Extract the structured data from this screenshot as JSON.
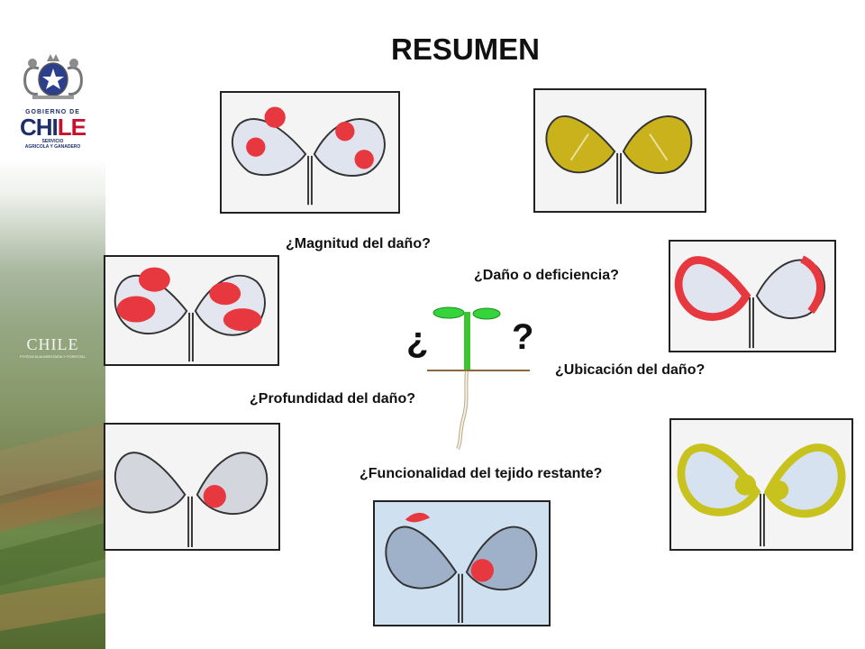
{
  "title": "RESUMEN",
  "logo": {
    "gobierno": "GOBIERNO DE",
    "chile_prefix": "CHI",
    "chile_suffix": "LE",
    "sag_line1": "SERVICIO",
    "sag_line2": "AGRICOLA Y GANADERO"
  },
  "watermark": {
    "line1": "CHILE",
    "line2": "POTENCIA ALIMENTARIA Y FORESTAL"
  },
  "questions": {
    "magnitud": "¿Magnitud del daño?",
    "deficiencia": "¿Daño o deficiencia?",
    "ubicacion": "¿Ubicación del daño?",
    "profundidad": "¿Profundidad del daño?",
    "funcionalidad": "¿Funcionalidad del tejido restante?"
  },
  "center": {
    "open_mark": "¿",
    "close_mark": "?"
  },
  "colors": {
    "damage_red": "#e8383f",
    "deficiency_yellow": "#c9b21c",
    "edge_yellow": "#c8c21f",
    "stem_green": "#3cc52f",
    "leaf_green": "#35d43a",
    "ground": "#8a6a3a"
  }
}
